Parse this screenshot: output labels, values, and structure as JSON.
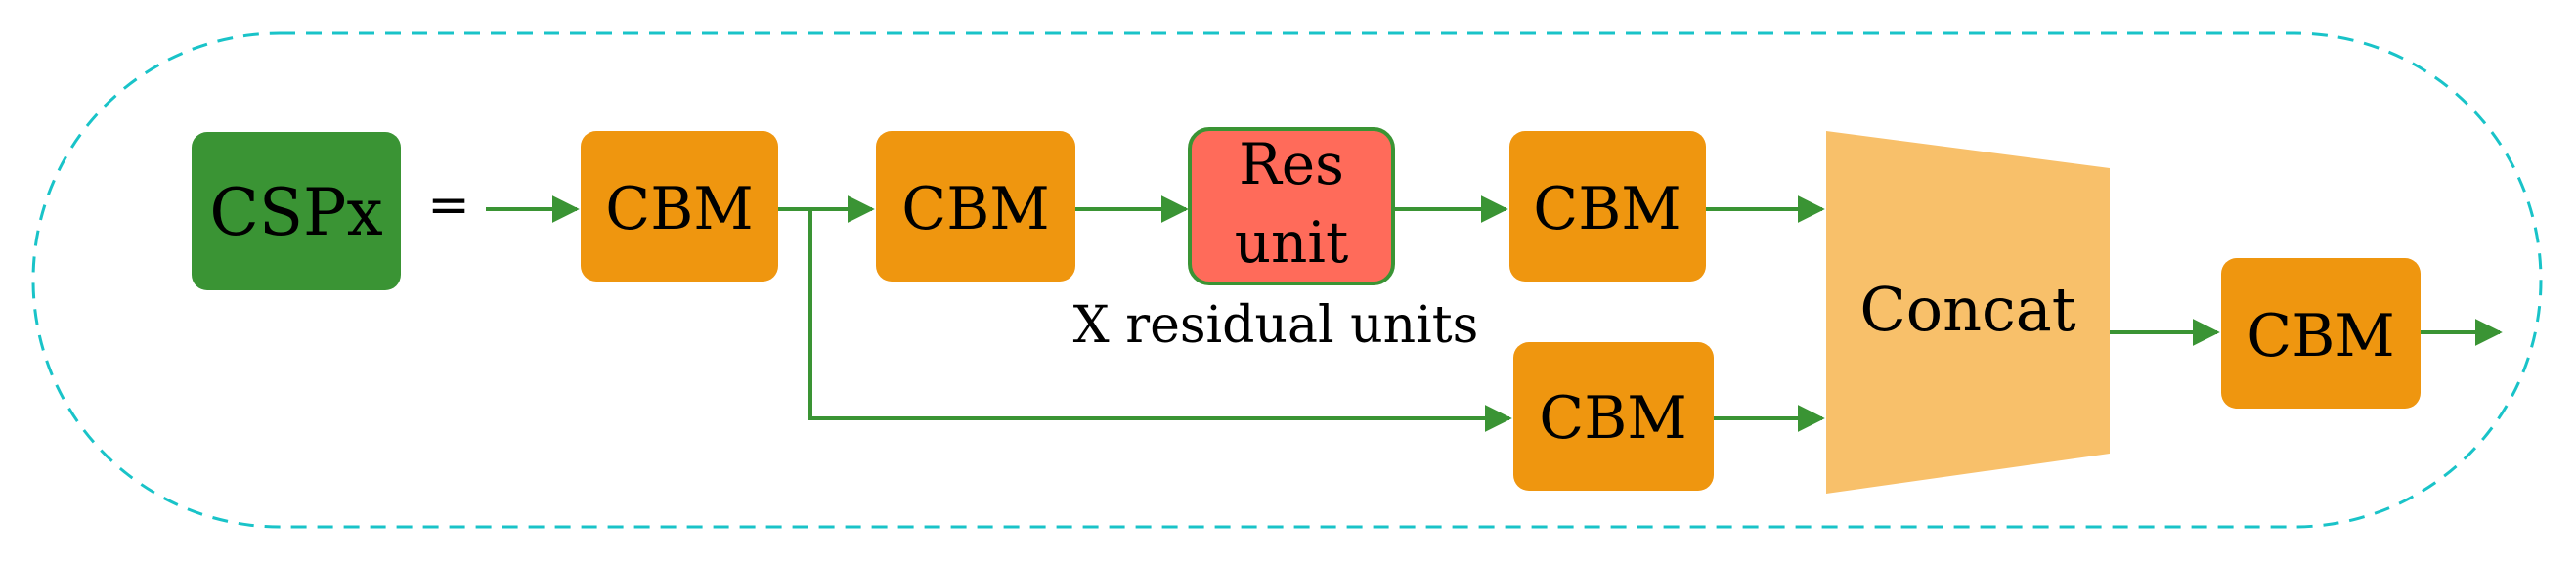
{
  "diagram": {
    "container_style": "dashed rounded outline",
    "colors": {
      "container_border": "#19C3C8",
      "cspx_fill": "#3A9434",
      "cbm_fill": "#EF960F",
      "res_fill": "#FF6B5A",
      "res_border": "#3A9434",
      "concat_fill": "#F8C06A",
      "arrow": "#3A9434",
      "text": "#000000"
    },
    "lhs": {
      "label": "CSPx"
    },
    "equals": "=",
    "top_row": {
      "cbm1": "CBM",
      "cbm2": "CBM",
      "res_unit": {
        "line1": "Res",
        "line2": "unit"
      },
      "res_caption": "X residual units",
      "cbm3": "CBM"
    },
    "bottom_row": {
      "cbm4": "CBM"
    },
    "concat": {
      "label": "Concat"
    },
    "output": {
      "cbm5": "CBM"
    }
  }
}
